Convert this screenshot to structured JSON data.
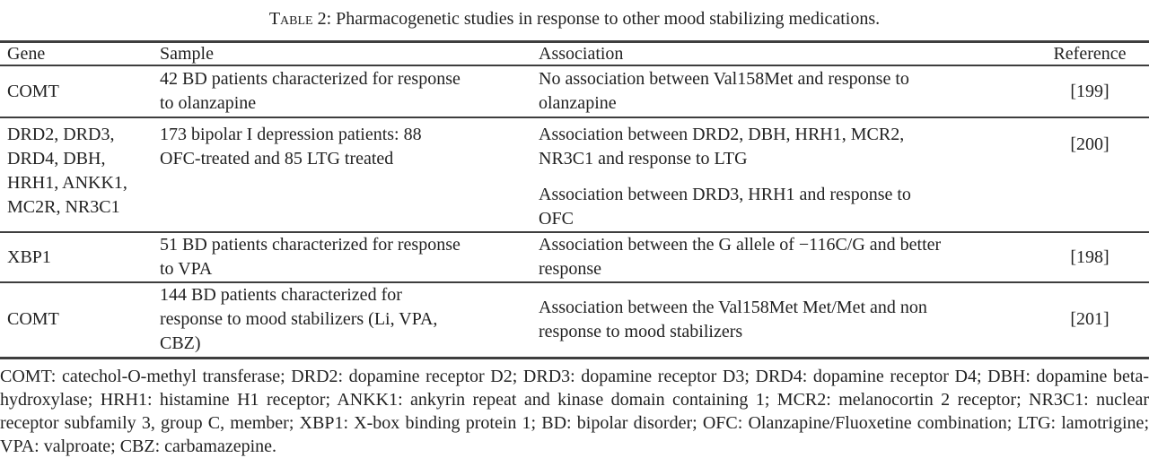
{
  "colors": {
    "background": "#ffffff",
    "text": "#222222",
    "rule": "#3e3e3e"
  },
  "title": {
    "prefix": "Table 2:",
    "text": "Pharmacogenetic studies in response to other mood stabilizing medications."
  },
  "table": {
    "columns": [
      "Gene",
      "Sample",
      "Association",
      "Reference"
    ],
    "rows": [
      {
        "gene": "COMT",
        "sample": "42 BD patients characterized for response\nto olanzapine",
        "associations": [
          "No association between Val158Met and response to\nolanzapine"
        ],
        "reference": "[199]"
      },
      {
        "gene": "DRD2, DRD3,\nDRD4, DBH,\nHRH1, ANKK1,\nMC2R, NR3C1",
        "sample": "173 bipolar I depression patients: 88\nOFC-treated and 85 LTG treated",
        "associations": [
          "Association between DRD2, DBH, HRH1, MCR2,\nNR3C1 and response to LTG",
          "Association between DRD3, HRH1 and response to\nOFC"
        ],
        "reference": "[200]"
      },
      {
        "gene": "XBP1",
        "sample": "51 BD patients characterized for response\nto VPA",
        "associations": [
          "Association between the G allele of −116C/G and better\nresponse"
        ],
        "reference": "[198]"
      },
      {
        "gene": "COMT",
        "sample": "144 BD patients characterized for\nresponse to mood stabilizers (Li, VPA,\nCBZ)",
        "associations": [
          "Association between the Val158Met Met/Met and non\nresponse to mood stabilizers"
        ],
        "reference": "[201]"
      }
    ]
  },
  "footnote": "COMT: catechol-O-methyl transferase; DRD2: dopamine receptor D2; DRD3: dopamine receptor D3; DRD4: dopamine receptor D4; DBH: dopamine beta-hydroxylase; HRH1: histamine H1 receptor; ANKK1: ankyrin repeat and kinase domain containing 1; MCR2: melanocortin 2 receptor; NR3C1: nuclear receptor subfamily 3, group C, member; XBP1: X-box binding protein 1; BD: bipolar disorder; OFC: Olanzapine/Fluoxetine combination; LTG: lamotrigine; VPA: valproate; CBZ: carbamazepine."
}
